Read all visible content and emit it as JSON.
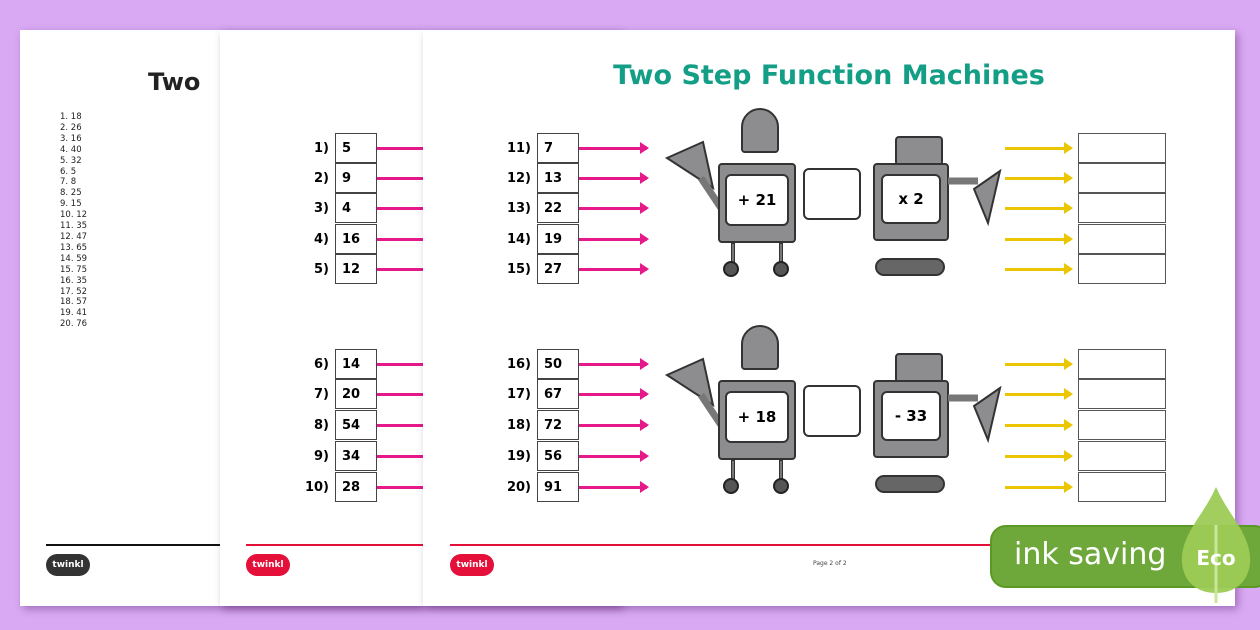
{
  "answer_page": {
    "title_partial": "Two",
    "answers": [
      "1. 18",
      "2. 26",
      "3. 16",
      "4. 40",
      "5. 32",
      "6. 5",
      "7. 8",
      "8. 25",
      "9. 15",
      "10. 12",
      "11. 35",
      "12. 47",
      "13. 65",
      "14. 59",
      "15. 75",
      "16. 35",
      "17. 52",
      "18. 57",
      "19. 41",
      "20. 76"
    ]
  },
  "page1": {
    "rows": [
      {
        "label": "1)",
        "value": "5"
      },
      {
        "label": "2)",
        "value": "9"
      },
      {
        "label": "3)",
        "value": "4"
      },
      {
        "label": "4)",
        "value": "16"
      },
      {
        "label": "5)",
        "value": "12"
      },
      {
        "label": "6)",
        "value": "14"
      },
      {
        "label": "7)",
        "value": "20"
      },
      {
        "label": "8)",
        "value": "54"
      },
      {
        "label": "9)",
        "value": "34"
      },
      {
        "label": "10)",
        "value": "28"
      }
    ]
  },
  "page2": {
    "title": "Two Step Function Machines",
    "rows": [
      {
        "label": "11)",
        "value": "7"
      },
      {
        "label": "12)",
        "value": "13"
      },
      {
        "label": "13)",
        "value": "22"
      },
      {
        "label": "14)",
        "value": "19"
      },
      {
        "label": "15)",
        "value": "27"
      },
      {
        "label": "16)",
        "value": "50"
      },
      {
        "label": "17)",
        "value": "67"
      },
      {
        "label": "18)",
        "value": "72"
      },
      {
        "label": "19)",
        "value": "56"
      },
      {
        "label": "20)",
        "value": "91"
      }
    ],
    "machines": [
      {
        "step1": "+ 21",
        "step2": "x 2"
      },
      {
        "step1": "+ 18",
        "step2": "- 33"
      }
    ],
    "page_number": "Page 2 of 2"
  },
  "logo": "twinkl",
  "badge": {
    "text": "ink saving",
    "eco": "Eco"
  },
  "colors": {
    "background": "#d9a9f3",
    "title": "#139e86",
    "input_arrow": "#e5198a",
    "output_arrow": "#ecc600",
    "eco": "#6fa83a"
  }
}
